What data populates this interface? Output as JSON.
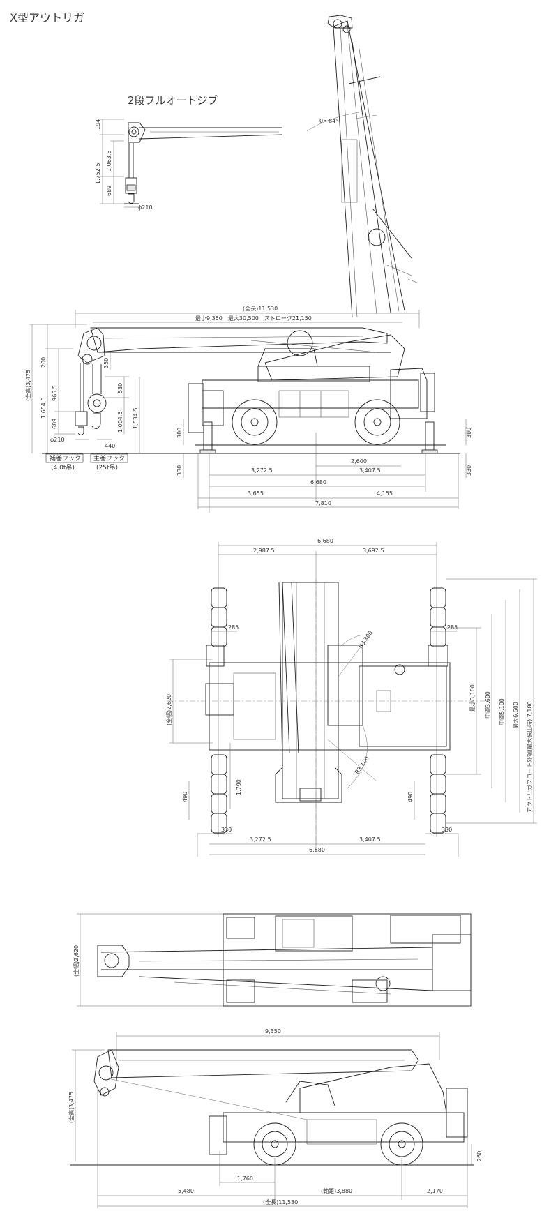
{
  "page_title": "X型アウトリガ",
  "jib_title": "2段フルオートジブ",
  "jib_detail": {
    "dims_v": [
      "194",
      "1,752.5",
      "1,063.5",
      "689"
    ],
    "dia": "ϕ210"
  },
  "boom_angle": "0〜84°",
  "side_view": {
    "overall_length": "(全長)11,530",
    "boom_length": "最小9,350　最大30,500　ストローク21,150",
    "overall_height": "(全高)3,475",
    "hook_dims": [
      "200",
      "350",
      "530",
      "1,654.5",
      "965.5",
      "689",
      "1,004.5",
      "1,534.5"
    ],
    "dia": "ϕ210",
    "hook_gap": "440",
    "ground_dims": [
      "300",
      "330",
      "300",
      "330"
    ],
    "aux_hook_label": "補巻フック",
    "aux_hook_cap": "(4.0t吊)",
    "main_hook_label": "主巻フック",
    "main_hook_cap": "(25t吊)",
    "bottom_dims": [
      "2,600",
      "3,272.5",
      "3,407.5",
      "6,680",
      "3,655",
      "4,155",
      "7,810"
    ]
  },
  "plan_view": {
    "top_total": "6,680",
    "top_left": "2,987.5",
    "top_right": "3,692.5",
    "pad_left": "285",
    "pad_right": "285",
    "radius_top": "R3,300",
    "radius_bottom": "R3,100",
    "width": "(全幅)2,620",
    "dim_1790": "1,790",
    "dim_490_l": "490",
    "dim_490_r": "490",
    "bottom_330_l": "330",
    "bottom_330_r": "330",
    "bottom_left": "3,272.5",
    "bottom_right": "3,407.5",
    "bottom_total": "6,680",
    "outrigger_dims": [
      "最小3,100",
      "中間3,600",
      "中間5,100",
      "最大6,600",
      "アウトリガフロート外端(最大張出時) 7,180"
    ]
  },
  "top_view": {
    "width": "(全幅)2,620"
  },
  "travel_view": {
    "boom_len": "9,350",
    "height": "(全高)3,475",
    "dim_260": "260",
    "dim_1760": "1,760",
    "dim_5480": "5,480",
    "wheelbase": "(軸距)3,880",
    "dim_2170": "2,170",
    "overall": "(全長)11,530"
  }
}
